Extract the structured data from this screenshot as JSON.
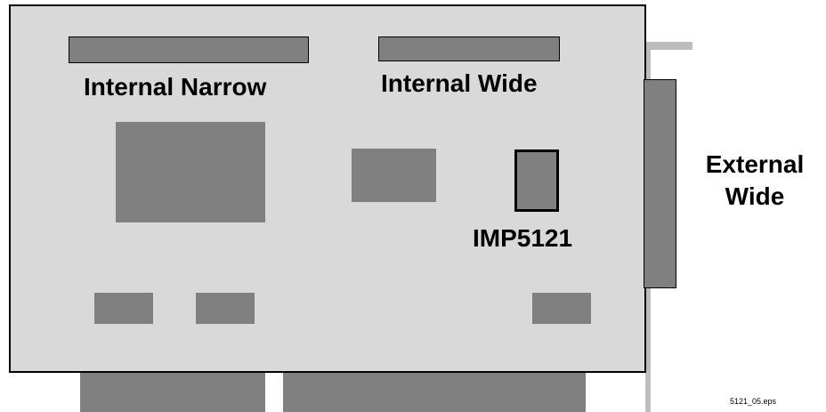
{
  "labels": {
    "internal_narrow": "Internal Narrow",
    "internal_wide": "Internal Wide",
    "imp_chip": "IMP5121",
    "external_line1": "External",
    "external_line2": "Wide"
  },
  "footer": {
    "filename": "5121_05.eps"
  },
  "colors": {
    "board": "#d9d9d9",
    "component": "#808080",
    "bracket": "#bdbdbd",
    "outline": "#000000"
  }
}
